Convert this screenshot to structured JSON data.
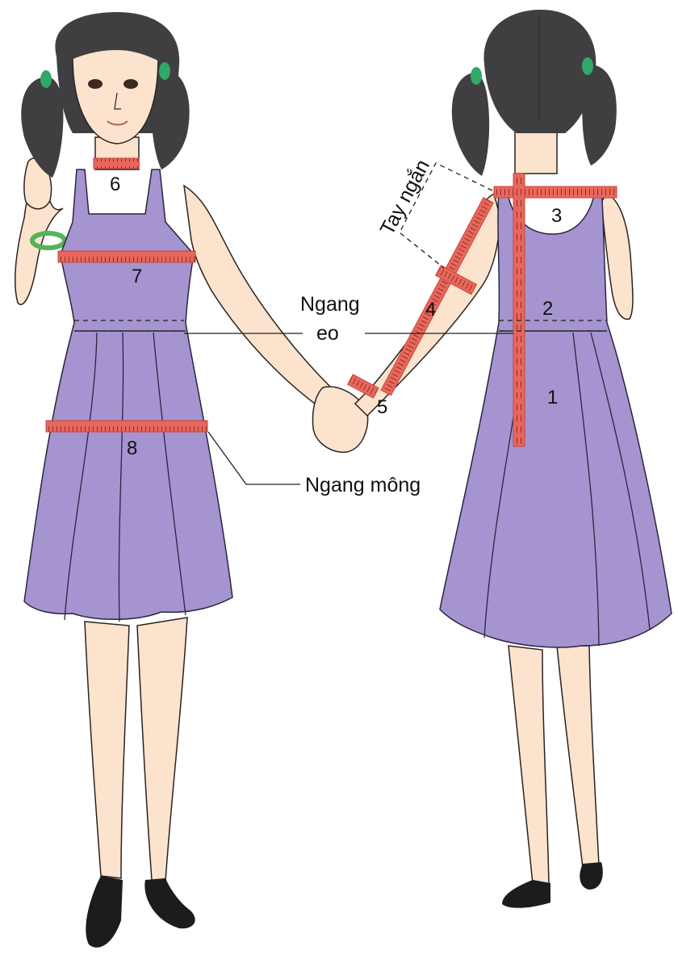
{
  "colors": {
    "skin": "#fbe3cd",
    "hair": "#3f3f42",
    "hair_tie": "#2fa86a",
    "dress": "#a594cf",
    "dress_line": "#2a2540",
    "tape": "#e8675c",
    "tape_tick": "#7a1f17",
    "shoe": "#1c1c1c",
    "bracelet": "#53b45a",
    "outline": "#2b2320"
  },
  "measurement_numbers": {
    "n1": "1",
    "n2": "2",
    "n3": "3",
    "n4": "4",
    "n5": "5",
    "n6": "6",
    "n7": "7",
    "n8": "8"
  },
  "labels": {
    "waist_line1": "Ngang",
    "waist_line2": "eo",
    "hip": "Ngang mông",
    "short_sleeve": "Tay ngắn"
  }
}
